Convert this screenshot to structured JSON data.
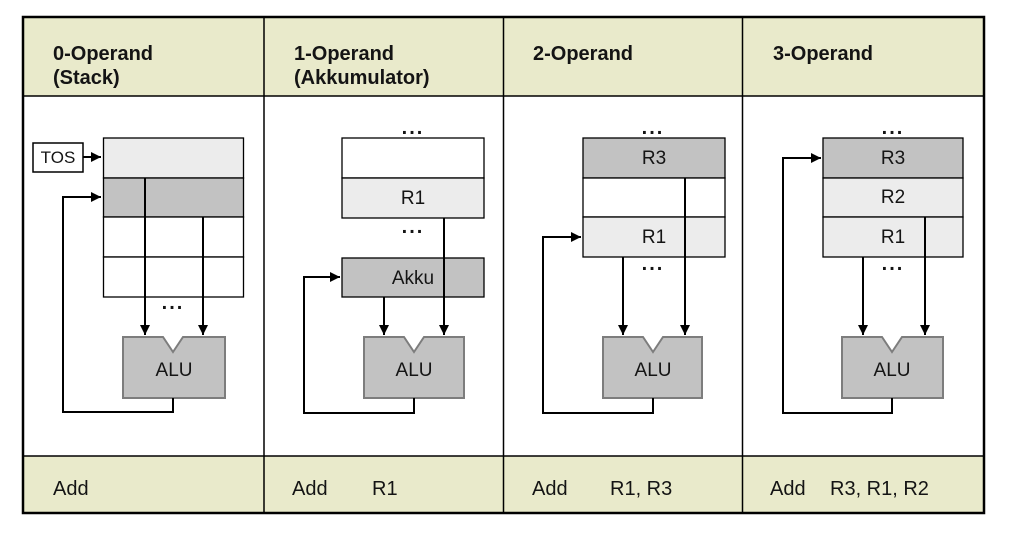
{
  "colors": {
    "band_bg": "#e9eacb",
    "cell_light": "#ececec",
    "cell_dark": "#c2c2c2",
    "cell_white": "#ffffff",
    "alu_fill": "#c2c2c2",
    "line": "#000000"
  },
  "ellipsis": "...",
  "columns": [
    {
      "header_line1": "0-Operand",
      "header_line2": "(Stack)",
      "tos_label": "TOS",
      "alu_label": "ALU",
      "instruction_mnemonic": "Add",
      "instruction_operands": ""
    },
    {
      "header_line1": "1-Operand",
      "header_line2": "(Akkumulator)",
      "register_r1": "R1",
      "akku_label": "Akku",
      "alu_label": "ALU",
      "instruction_mnemonic": "Add",
      "instruction_operands": "R1"
    },
    {
      "header_line1": "2-Operand",
      "header_line2": "",
      "register_r3": "R3",
      "register_r1": "R1",
      "alu_label": "ALU",
      "instruction_mnemonic": "Add",
      "instruction_operands": "R1, R3"
    },
    {
      "header_line1": "3-Operand",
      "header_line2": "",
      "register_r3": "R3",
      "register_r2": "R2",
      "register_r1": "R1",
      "alu_label": "ALU",
      "instruction_mnemonic": "Add",
      "instruction_operands": "R3, R1, R2"
    }
  ]
}
